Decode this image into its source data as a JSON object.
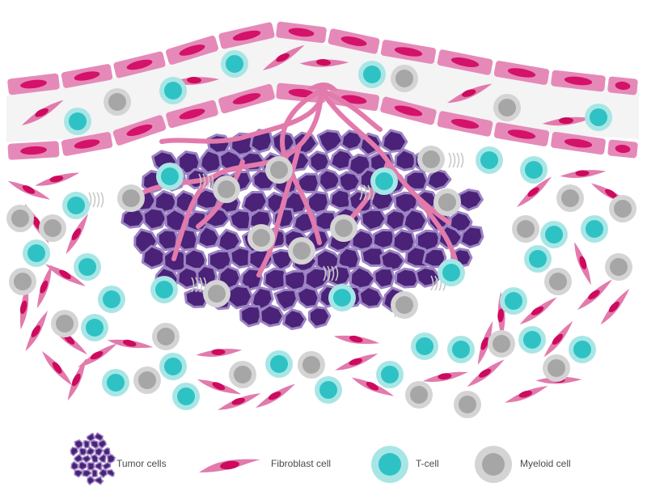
{
  "colors": {
    "vessel_wall": "#e58ab8",
    "vessel_nucleus": "#d4126a",
    "vessel_lumen": "#f4f4f4",
    "tumor_cell": "#4a2277",
    "tumor_cell_border": "#9c83c2",
    "fibroblast": "#e27aac",
    "fibroblast_nucleus": "#cc0a5e",
    "tcell_outer": "#a8e6e6",
    "tcell_inner": "#2ec2c4",
    "myeloid_outer": "#d4d4d4",
    "myeloid_inner": "#a6a6a6",
    "signal_wave": "#c8c8c8"
  },
  "legend": {
    "tumor_label": "Tumor cells",
    "fibroblast_label": "Fibroblast cell",
    "tcell_label": "T-cell",
    "myeloid_label": "Myeloid cell"
  }
}
